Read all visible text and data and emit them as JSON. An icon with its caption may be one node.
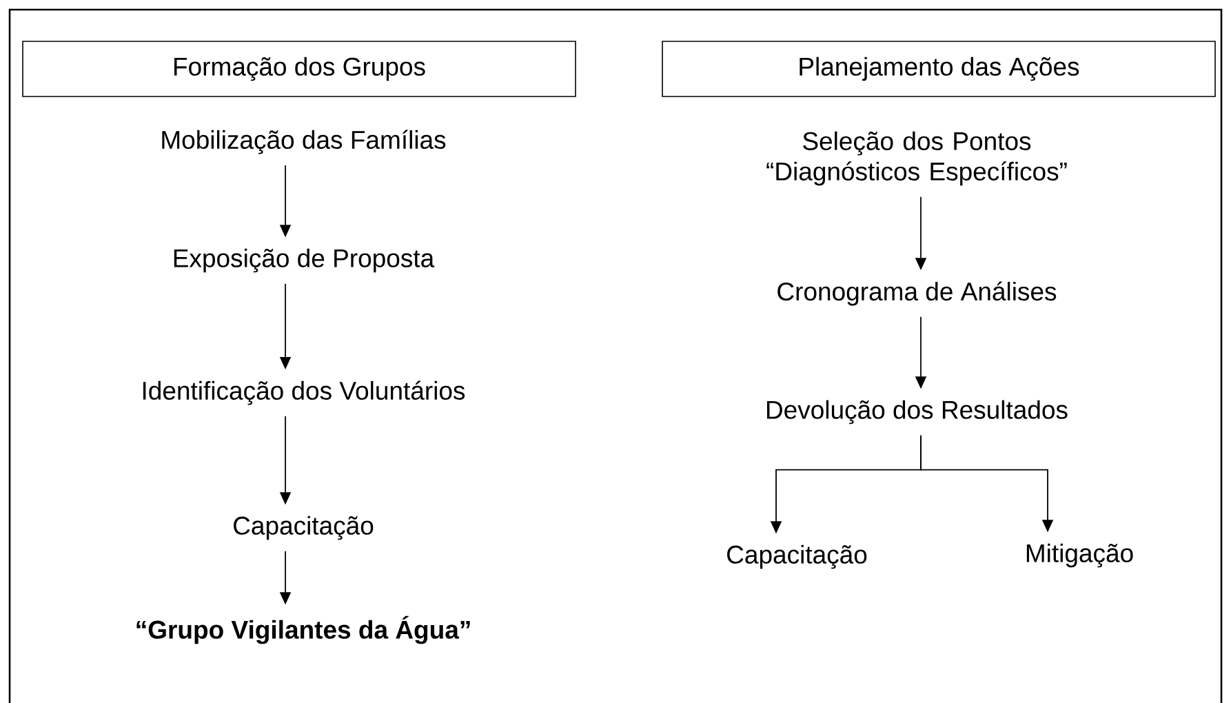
{
  "diagram": {
    "nodes": [
      {
        "text": [
          "Formação dos Grupos"
        ]
      },
      {
        "text": [
          "Planejamento das Ações"
        ]
      },
      {
        "text": [
          "Mobilização das Famílias"
        ]
      },
      {
        "text": [
          "Exposição de Proposta"
        ]
      },
      {
        "text": [
          "Identificação dos Voluntários"
        ]
      },
      {
        "text": [
          "Capacitação"
        ]
      },
      {
        "text": [
          "“Grupo Vigilantes da Água”"
        ]
      },
      {
        "text": [
          "Seleção dos Pontos “Diagnósticos Específicos”"
        ]
      },
      {
        "text": [
          "Cronograma de Análises"
        ]
      },
      {
        "text": [
          "Devolução dos Resultados"
        ]
      },
      {
        "text": [
          "Capacitação"
        ]
      },
      {
        "text": [
          "Mitigação"
        ]
      }
    ],
    "edges": [
      {
        "from": 2,
        "to": 3,
        "arrow": "to"
      },
      {
        "from": 3,
        "to": 4,
        "arrow": "to"
      },
      {
        "from": 4,
        "to": 5,
        "arrow": "to"
      },
      {
        "from": 5,
        "to": 6,
        "arrow": "to"
      },
      {
        "from": 7,
        "to": 8,
        "arrow": "to"
      },
      {
        "from": 8,
        "to": 9,
        "arrow": "to"
      },
      {
        "from": 9,
        "to": 10,
        "arrow": "to"
      },
      {
        "from": 9,
        "to": 11,
        "arrow": "to"
      }
    ]
  }
}
